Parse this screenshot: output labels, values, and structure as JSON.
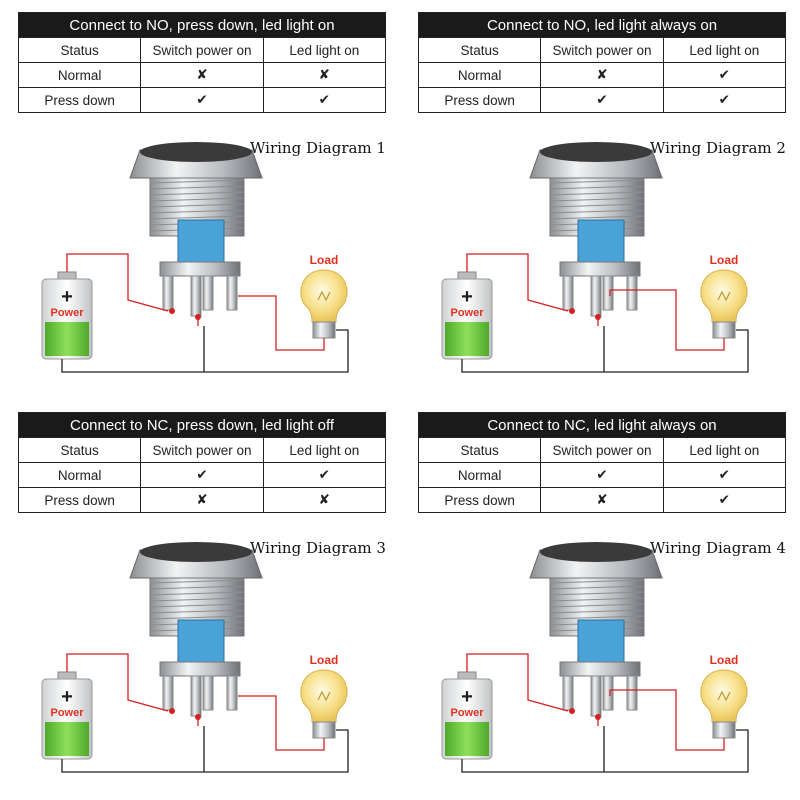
{
  "panels": [
    {
      "title": "Connect to NO, press down, led light on",
      "columns": [
        "Status",
        "Switch power on",
        "Led light on"
      ],
      "rows": [
        {
          "status": "Normal",
          "power": "✘",
          "led": "✘"
        },
        {
          "status": "Press down",
          "power": "✔",
          "led": "✔"
        }
      ],
      "diagram_label": "Wiring Diagram 1",
      "battery_sign": "+",
      "battery_label": "Power",
      "load_label": "Load"
    },
    {
      "title": "Connect to NO, led light always on",
      "columns": [
        "Status",
        "Switch power on",
        "Led light on"
      ],
      "rows": [
        {
          "status": "Normal",
          "power": "✘",
          "led": "✔"
        },
        {
          "status": "Press down",
          "power": "✔",
          "led": "✔"
        }
      ],
      "diagram_label": "Wiring Diagram 2",
      "battery_sign": "+",
      "battery_label": "Power",
      "load_label": "Load"
    },
    {
      "title": "Connect to NC, press down, led light off",
      "columns": [
        "Status",
        "Switch power on",
        "Led light on"
      ],
      "rows": [
        {
          "status": "Normal",
          "power": "✔",
          "led": "✔"
        },
        {
          "status": "Press down",
          "power": "✘",
          "led": "✘"
        }
      ],
      "diagram_label": "Wiring Diagram 3",
      "battery_sign": "+",
      "battery_label": "Power",
      "load_label": "Load"
    },
    {
      "title": "Connect to NC, led light always on",
      "columns": [
        "Status",
        "Switch power on",
        "Led light on"
      ],
      "rows": [
        {
          "status": "Normal",
          "power": "✔",
          "led": "✔"
        },
        {
          "status": "Press down",
          "power": "✘",
          "led": "✔"
        }
      ],
      "diagram_label": "Wiring Diagram 4",
      "battery_sign": "+",
      "battery_label": "Power",
      "load_label": "Load"
    }
  ],
  "colors": {
    "header_bg": "#1a1a1a",
    "wire_red": "#d22020",
    "wire_black": "#222222",
    "battery_green": "#6cc23a",
    "led_blue": "#4aa3d8",
    "bulb_yellow": "#f7e08a",
    "load_text": "#e0301e"
  }
}
